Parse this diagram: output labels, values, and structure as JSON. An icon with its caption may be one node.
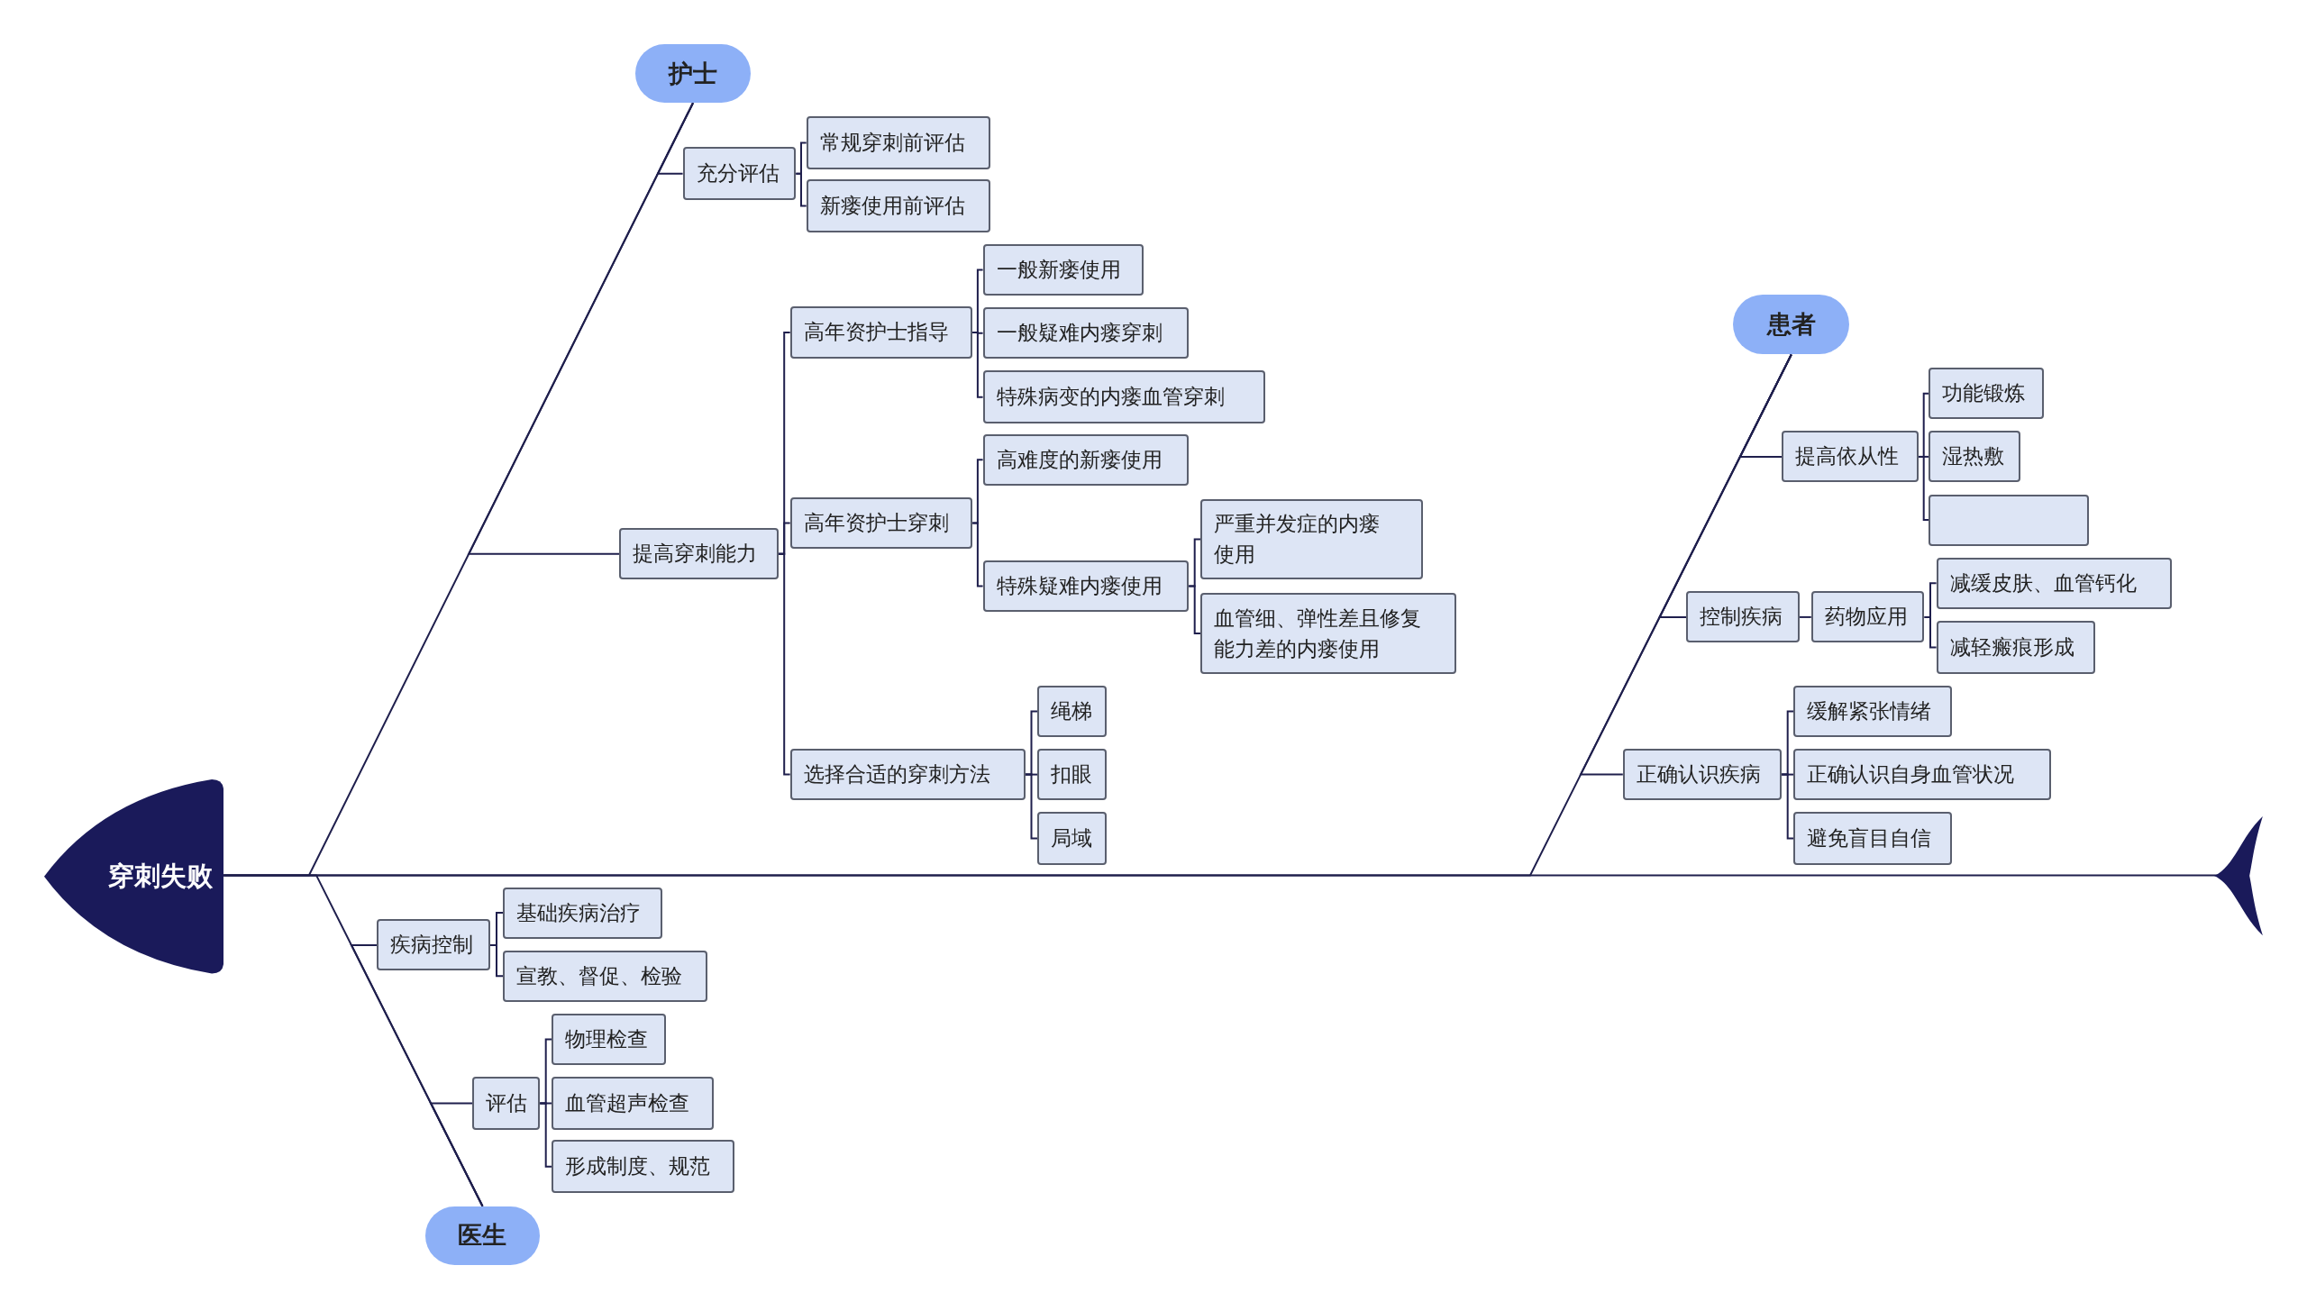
{
  "diagram": {
    "nodes": [
      {
        "text": [
          "穿刺失败"
        ]
      },
      {
        "text": [],
        "shape": "picture"
      },
      {
        "text": [
          "护士"
        ]
      },
      {
        "text": [
          "充分评估"
        ]
      },
      {
        "text": [
          "常规穿刺前评估"
        ]
      },
      {
        "text": [
          "新瘘使用前评估"
        ]
      },
      {
        "text": [
          "提高穿刺能力"
        ]
      },
      {
        "text": [
          "高年资护士指导"
        ]
      },
      {
        "text": [
          "一般新瘘使用"
        ]
      },
      {
        "text": [
          "一般疑难内瘘穿刺"
        ]
      },
      {
        "text": [
          "特殊病变的内瘘血管穿刺"
        ]
      },
      {
        "text": [
          "高年资护士穿刺"
        ]
      },
      {
        "text": [
          "高难度的新瘘使用"
        ]
      },
      {
        "text": [
          "特殊疑难内瘘使用"
        ]
      },
      {
        "text": [
          "严重并发症的内瘘使用"
        ]
      },
      {
        "text": [
          "血管细、弹性差且修复能力差的内瘘使用"
        ]
      },
      {
        "text": [
          "选择合适的穿刺方法"
        ]
      },
      {
        "text": [
          "绳梯"
        ]
      },
      {
        "text": [
          "扣眼"
        ]
      },
      {
        "text": [
          "局域"
        ]
      },
      {
        "text": [
          "患者"
        ]
      },
      {
        "text": [
          "提高依从性"
        ]
      },
      {
        "text": [
          "功能锻炼"
        ]
      },
      {
        "text": [
          "湿热敷"
        ]
      },
      {
        "text": [],
        "shape": "box"
      },
      {
        "text": [
          "控制疾病"
        ]
      },
      {
        "text": [
          "药物应用"
        ]
      },
      {
        "text": [
          "减缓皮肤、血管钙化"
        ]
      },
      {
        "text": [
          "减轻瘢痕形成"
        ]
      },
      {
        "text": [
          "正确认识疾病"
        ]
      },
      {
        "text": [
          "缓解紧张情绪"
        ]
      },
      {
        "text": [
          "正确认识自身血管状况"
        ]
      },
      {
        "text": [
          "避免盲目自信"
        ]
      },
      {
        "text": [
          "医生"
        ]
      },
      {
        "text": [
          "疾病控制"
        ]
      },
      {
        "text": [
          "基础疾病治疗"
        ]
      },
      {
        "text": [
          "宣教、督促、检验"
        ]
      },
      {
        "text": [
          "评估"
        ]
      },
      {
        "text": [
          "物理检查"
        ]
      },
      {
        "text": [
          "血管超声检查"
        ]
      },
      {
        "text": [
          "形成制度、规范"
        ]
      }
    ],
    "edges": [
      {
        "from": 0,
        "to": 1,
        "arrow": "none"
      },
      {
        "from": 2,
        "to": 0,
        "arrow": "none"
      },
      {
        "from": 3,
        "to": 2,
        "arrow": "none"
      },
      {
        "from": 6,
        "to": 2,
        "arrow": "none"
      },
      {
        "from": 3,
        "to": 4,
        "arrow": "none"
      },
      {
        "from": 3,
        "to": 5,
        "arrow": "none"
      },
      {
        "from": 6,
        "to": 7,
        "arrow": "none"
      },
      {
        "from": 6,
        "to": 11,
        "arrow": "none"
      },
      {
        "from": 6,
        "to": 16,
        "arrow": "none"
      },
      {
        "from": 7,
        "to": 8,
        "arrow": "none"
      },
      {
        "from": 7,
        "to": 9,
        "arrow": "none"
      },
      {
        "from": 7,
        "to": 10,
        "arrow": "none"
      },
      {
        "from": 11,
        "to": 12,
        "arrow": "none"
      },
      {
        "from": 11,
        "to": 13,
        "arrow": "none"
      },
      {
        "from": 13,
        "to": 14,
        "arrow": "none"
      },
      {
        "from": 13,
        "to": 15,
        "arrow": "none"
      },
      {
        "from": 16,
        "to": 17,
        "arrow": "none"
      },
      {
        "from": 16,
        "to": 18,
        "arrow": "none"
      },
      {
        "from": 16,
        "to": 19,
        "arrow": "none"
      },
      {
        "from": 20,
        "to": 0,
        "arrow": "none"
      },
      {
        "from": 21,
        "to": 20,
        "arrow": "none"
      },
      {
        "from": 25,
        "to": 20,
        "arrow": "none"
      },
      {
        "from": 29,
        "to": 20,
        "arrow": "none"
      },
      {
        "from": 21,
        "to": 22,
        "arrow": "none"
      },
      {
        "from": 21,
        "to": 23,
        "arrow": "none"
      },
      {
        "from": 21,
        "to": 24,
        "arrow": "none"
      },
      {
        "from": 25,
        "to": 26,
        "arrow": "none"
      },
      {
        "from": 26,
        "to": 27,
        "arrow": "none"
      },
      {
        "from": 26,
        "to": 28,
        "arrow": "none"
      },
      {
        "from": 29,
        "to": 30,
        "arrow": "none"
      },
      {
        "from": 29,
        "to": 31,
        "arrow": "none"
      },
      {
        "from": 29,
        "to": 32,
        "arrow": "none"
      },
      {
        "from": 33,
        "to": 0,
        "arrow": "none"
      },
      {
        "from": 34,
        "to": 33,
        "arrow": "none"
      },
      {
        "from": 37,
        "to": 33,
        "arrow": "none"
      },
      {
        "from": 34,
        "to": 35,
        "arrow": "none"
      },
      {
        "from": 34,
        "to": 36,
        "arrow": "none"
      },
      {
        "from": 37,
        "to": 38,
        "arrow": "none"
      },
      {
        "from": 37,
        "to": 39,
        "arrow": "none"
      },
      {
        "from": 37,
        "to": 40,
        "arrow": "none"
      }
    ]
  }
}
